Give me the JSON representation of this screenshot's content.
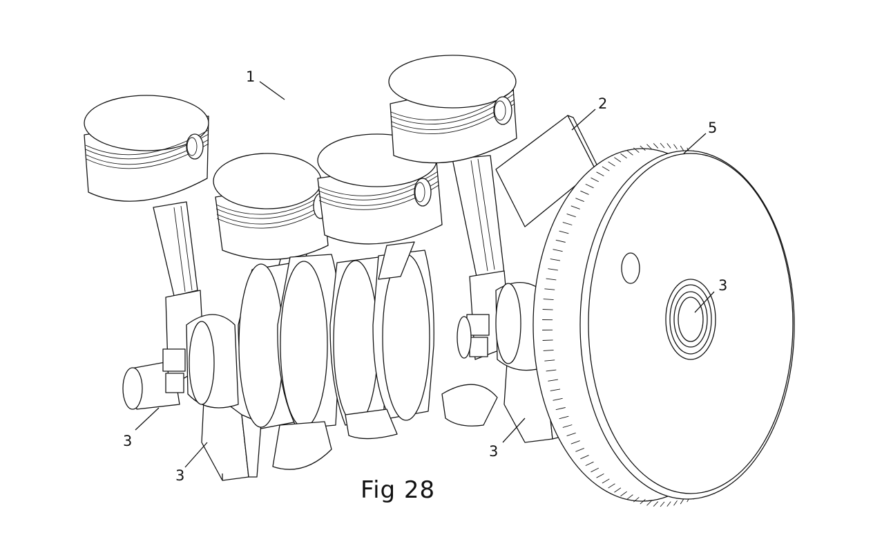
{
  "figure": {
    "caption": "Fig 28",
    "labels": {
      "assembly": "1",
      "plate": "2",
      "flywheel": "5",
      "crank_left_upper": "3",
      "crank_left_lower": "3",
      "crank_right": "3",
      "flywheel_hub": "3"
    }
  }
}
